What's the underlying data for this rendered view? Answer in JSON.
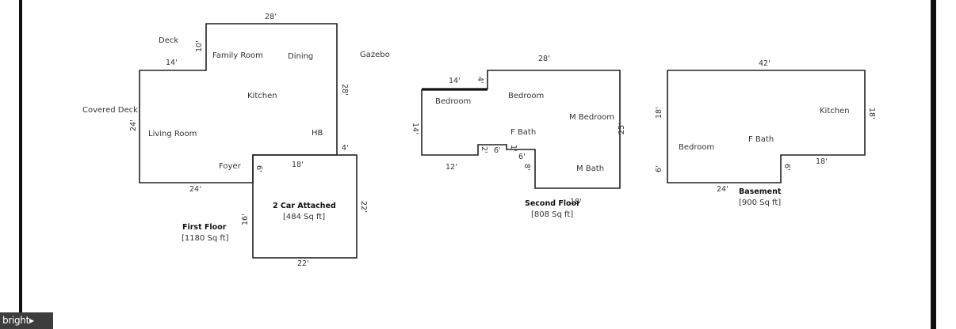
{
  "first_floor": {
    "title": "First Floor",
    "area": "[1180 Sq ft]",
    "rooms": {
      "deck": "Deck",
      "family_room": "Family Room",
      "dining": "Dining",
      "gazebo": "Gazebo",
      "kitchen": "Kitchen",
      "covered_deck": "Covered Deck",
      "living_room": "Living Room",
      "hb": "HB",
      "foyer": "Foyer"
    },
    "dims": {
      "top": "28'",
      "deck_width": "14'",
      "deck_depth": "10'",
      "right": "28'",
      "left": "24'",
      "right_jog": "4'",
      "foyer_jog": "6'",
      "bottom": "24'"
    }
  },
  "garage": {
    "title": "2 Car Attached",
    "area": "[484 Sq ft]",
    "dims": {
      "top": "18'",
      "right": "22'",
      "left": "16'",
      "bottom": "22'"
    }
  },
  "second_floor": {
    "title": "Second Floor",
    "area": "[808 Sq ft]",
    "rooms": {
      "bedroom_1": "Bedroom",
      "bedroom_2": "Bedroom",
      "m_bedroom": "M Bedroom",
      "f_bath": "F Bath",
      "m_bath": "M Bath"
    },
    "dims": {
      "top": "28'",
      "upper_left": "14'",
      "step_up": "4'",
      "left": "14'",
      "right": "25'",
      "bottom_left": "12'",
      "notch_rise": "2'",
      "notch_width": "6'",
      "notch_drop": "1'",
      "inner": "6'",
      "lower_drop": "8'",
      "bottom_right": "18'"
    }
  },
  "basement": {
    "title": "Basement",
    "area": "[900 Sq ft]",
    "rooms": {
      "kitchen": "Kitchen",
      "bedroom": "Bedroom",
      "f_bath": "F Bath"
    },
    "dims": {
      "top": "42'",
      "left_upper": "18'",
      "right": "18'",
      "left_lower": "6'",
      "bottom_left": "24'",
      "notch": "6'",
      "bottom_right": "18'"
    }
  },
  "watermark": "bright▸"
}
